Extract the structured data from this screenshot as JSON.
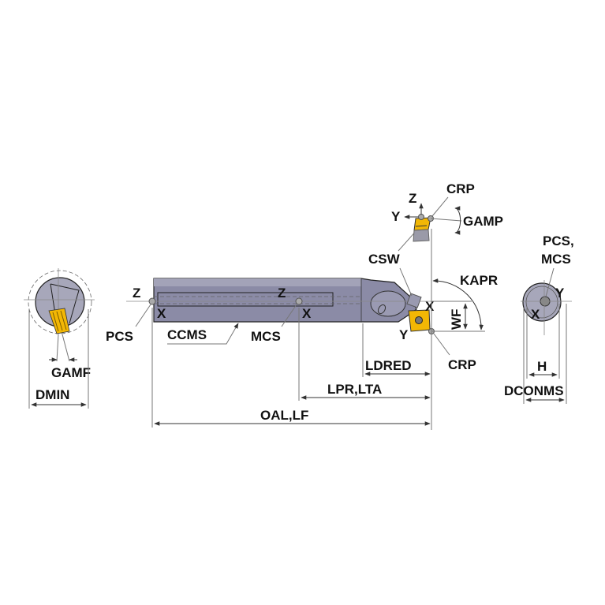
{
  "colors": {
    "body": "#8b8ba6",
    "body_light": "#a9a9bc",
    "insert": "#f2b705",
    "outline": "#222222"
  },
  "end_view_left": {
    "gamf": "GAMF",
    "dmin": "DMIN"
  },
  "side_view": {
    "z_pcs": "Z",
    "x_pcs": "X",
    "pcs": "PCS",
    "ccms": "CCMS",
    "z_mcs": "Z",
    "x_mcs": "X",
    "mcs": "MCS",
    "x_crp": "X",
    "y_crp": "Y",
    "crp_bottom": "CRP",
    "csw": "CSW",
    "kapr": "KAPR",
    "wf": "WF",
    "ldred": "LDRED",
    "lpr_lta": "LPR,LTA",
    "oal_lf": "OAL,LF"
  },
  "insert_view": {
    "z": "Z",
    "y": "Y",
    "crp": "CRP",
    "gamp": "GAMP"
  },
  "end_view_right": {
    "pcs": "PCS,",
    "mcs": "MCS",
    "y": "Y",
    "x": "X",
    "h": "H",
    "dconms": "DCONMS"
  }
}
